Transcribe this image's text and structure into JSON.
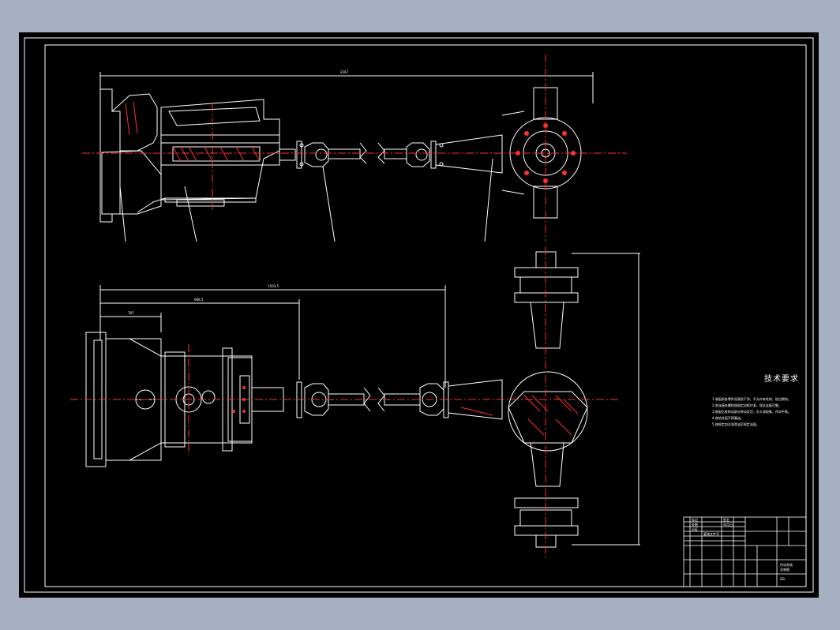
{
  "colors": {
    "background": "#000000",
    "frame": "#ffffff",
    "centerline": "#ff3030",
    "part": "#ffffff",
    "hatch": "#ff3030"
  },
  "dimensions": {
    "overall_length": "2267",
    "lower_length": "1503.5",
    "mid_length": "688.5",
    "short_length": "787"
  },
  "tech_requirements": {
    "title": "技术要求",
    "lines": [
      "1.装配前各零件须清洗干净，不允许有毛刺，锐边倒钝。",
      "2.各连接处螺栓按规定扭矩拧紧，保证连接可靠。",
      "3.装配后各转动部分转动灵活，无卡滞现象，传动平稳。",
      "4.各结合面不得漏油。",
      "5.按规定加注润滑油至规定油面。"
    ]
  },
  "title_block": {
    "name": "传动系统",
    "sub": "总装图",
    "code": "GB",
    "rows": [
      "标记",
      "处数",
      "分区",
      "更改文件号",
      "签名",
      "年月日"
    ]
  }
}
